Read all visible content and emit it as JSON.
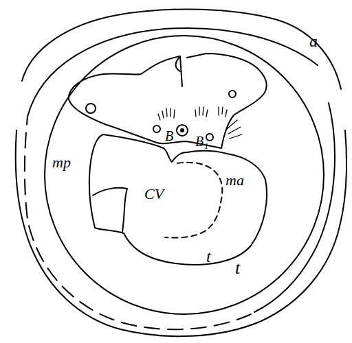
{
  "diagram": {
    "labels": [
      "a",
      "mp",
      "ma",
      "CV",
      "B",
      "B₁",
      "t",
      "t"
    ]
  }
}
